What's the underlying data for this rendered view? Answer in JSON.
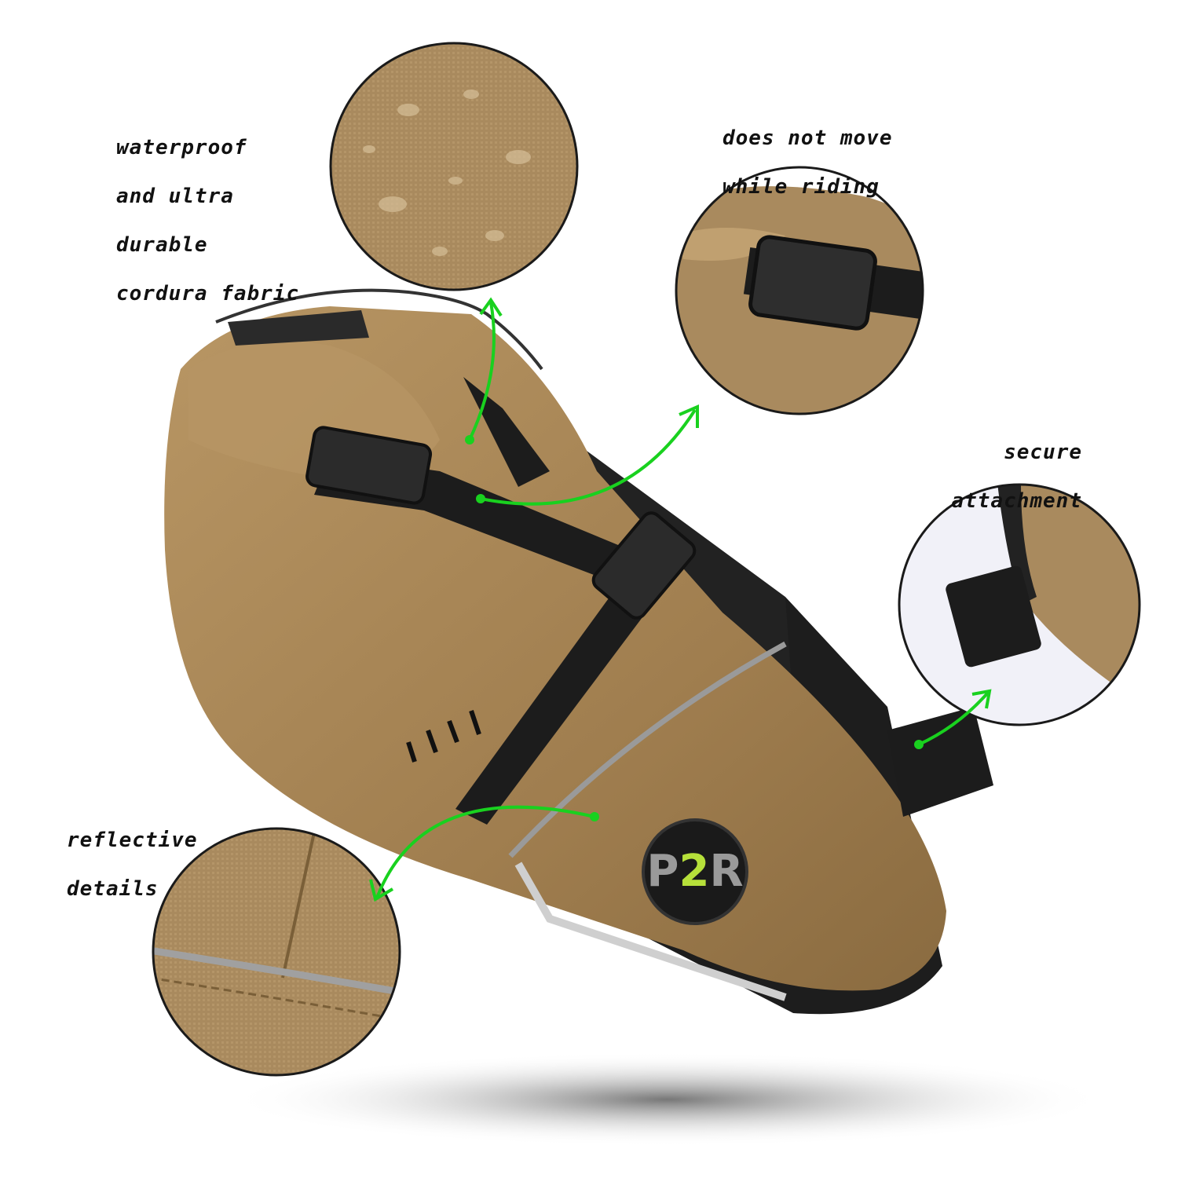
{
  "callouts": {
    "fabric": {
      "lines": [
        "waterproof",
        "and ultra",
        "durable",
        "cordura fabric"
      ]
    },
    "stability": {
      "lines": [
        "does not move",
        "while riding"
      ]
    },
    "attachment": {
      "lines": [
        "secure",
        "attachment"
      ]
    },
    "reflective": {
      "lines": [
        "reflective",
        "details"
      ]
    }
  },
  "logo": {
    "text_a": "P",
    "text_b": "2",
    "text_c": "R"
  },
  "colors": {
    "fabric": "#a8875a",
    "strap": "#1c1c1c",
    "arrow": "#19d11f",
    "logo_accent": "#b6e03a"
  }
}
